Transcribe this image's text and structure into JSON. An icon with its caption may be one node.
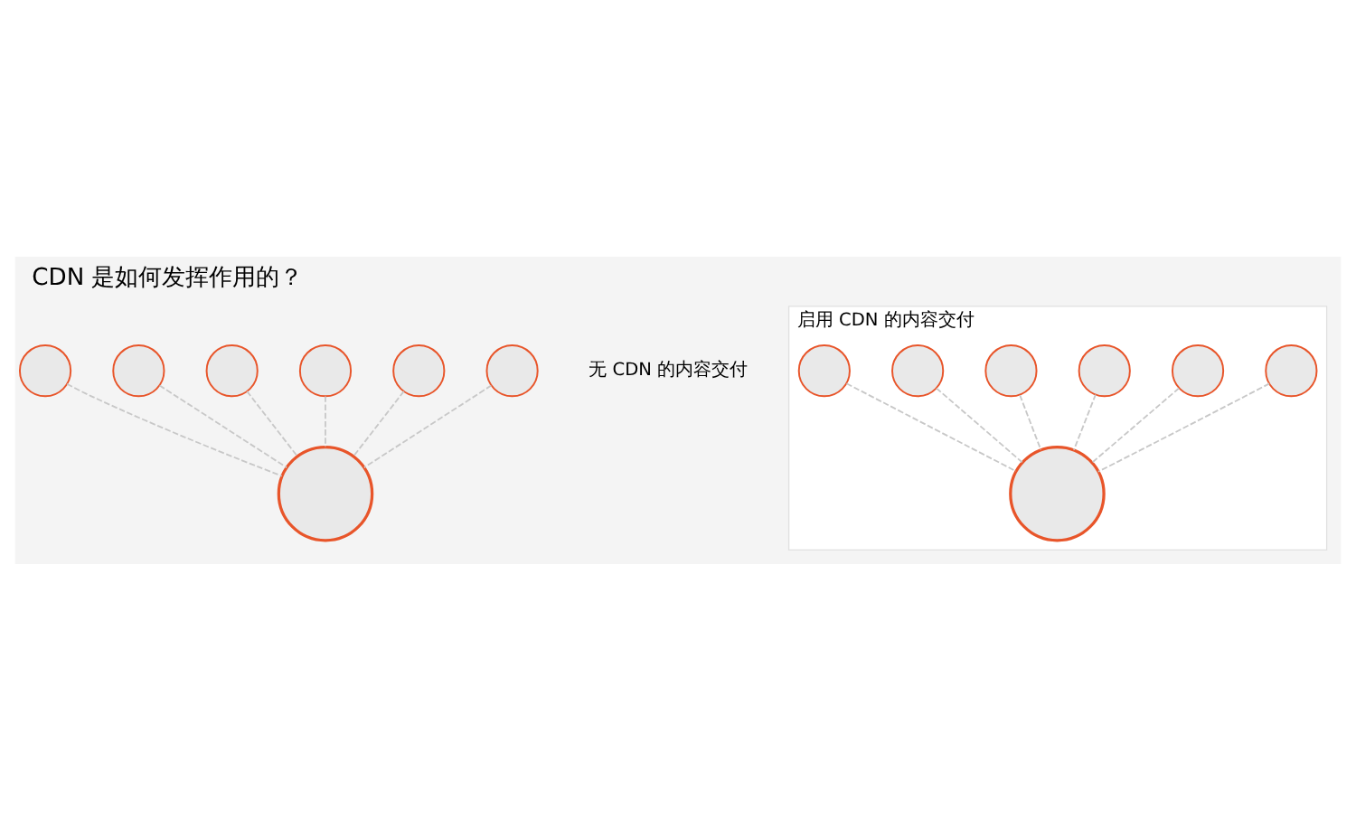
{
  "diagram": {
    "title": "CDN 是如何发挥作用的？",
    "nodes": [
      {
        "text": [],
        "shape": "circle"
      },
      {
        "text": [],
        "shape": "circle"
      },
      {
        "text": [],
        "shape": "circle"
      },
      {
        "text": [],
        "shape": "circle"
      },
      {
        "text": [],
        "shape": "circle"
      },
      {
        "text": [],
        "shape": "circle"
      },
      {
        "text": [],
        "shape": "circle"
      },
      {
        "text": [
          "启用 CDN 的内容交付"
        ]
      },
      {
        "text": [],
        "shape": "circle",
        "in": 7
      },
      {
        "text": [],
        "shape": "circle",
        "in": 7
      },
      {
        "text": [],
        "shape": "circle",
        "in": 7
      },
      {
        "text": [],
        "shape": "circle",
        "in": 7
      },
      {
        "text": [],
        "shape": "circle",
        "in": 7
      },
      {
        "text": [],
        "shape": "circle",
        "in": 7
      },
      {
        "text": [],
        "shape": "circle",
        "in": 7
      }
    ],
    "edges": [
      {
        "from": 1,
        "to": 0,
        "arrow": "none",
        "style": "dashed"
      },
      {
        "from": 2,
        "to": 0,
        "arrow": "none",
        "style": "dashed"
      },
      {
        "from": 3,
        "to": 0,
        "arrow": "none",
        "style": "dashed"
      },
      {
        "from": 4,
        "to": 0,
        "arrow": "none",
        "style": "dashed"
      },
      {
        "from": 5,
        "to": 0,
        "arrow": "none",
        "style": "dashed"
      },
      {
        "from": 6,
        "to": 0,
        "arrow": "none",
        "style": "dashed"
      },
      {
        "from": 9,
        "to": 8,
        "arrow": "none",
        "style": "dashed"
      },
      {
        "from": 10,
        "to": 8,
        "arrow": "none",
        "style": "dashed"
      },
      {
        "from": 11,
        "to": 8,
        "arrow": "none",
        "style": "dashed"
      },
      {
        "from": 12,
        "to": 8,
        "arrow": "none",
        "style": "dashed"
      },
      {
        "from": 13,
        "to": 8,
        "arrow": "none",
        "style": "dashed"
      },
      {
        "from": 14,
        "to": 8,
        "arrow": "none",
        "style": "dashed"
      }
    ],
    "labels": [
      "无 CDN 的内容交付"
    ]
  }
}
